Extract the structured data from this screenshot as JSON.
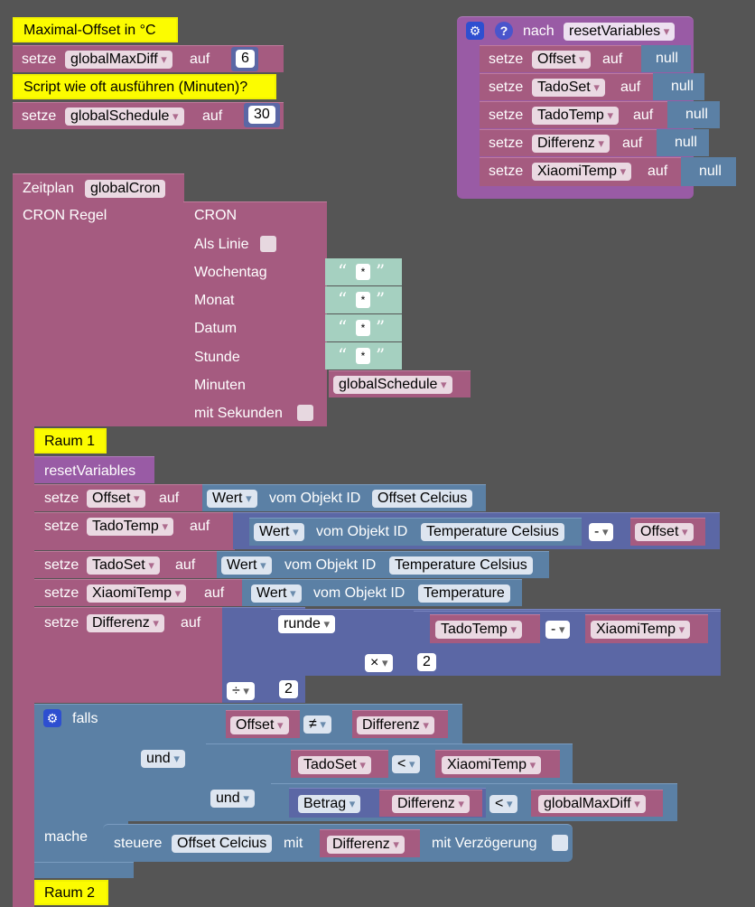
{
  "comments": {
    "max_offset": "Maximal-Offset in °C",
    "script_interval": "Script wie oft ausführen (Minuten)?",
    "room1": "Raum 1",
    "room2": "Raum 2"
  },
  "keywords": {
    "setze": "setze",
    "auf": "auf",
    "null": "null",
    "nach": "nach",
    "zeitplan": "Zeitplan",
    "cron_regel": "CRON Regel",
    "cron": "CRON",
    "als_linie": "Als Linie",
    "wochentag": "Wochentag",
    "monat": "Monat",
    "datum": "Datum",
    "stunde": "Stunde",
    "minuten": "Minuten",
    "mit_sekunden": "mit Sekunden",
    "wert": "Wert",
    "vom_objekt_id": "vom Objekt ID",
    "runde": "runde",
    "falls": "falls",
    "und": "und",
    "mache": "mache",
    "steuere": "steuere",
    "mit": "mit",
    "mit_verzoegerung": "mit Verzögerung",
    "betrag": "Betrag",
    "quote_open": "“",
    "quote_close": "”",
    "star": "*"
  },
  "ops": {
    "minus": "-",
    "times": "×",
    "divide": "÷",
    "neq": "≠",
    "lt": "<"
  },
  "vars": {
    "globalMaxDiff": "globalMaxDiff",
    "globalSchedule": "globalSchedule",
    "globalCron": "globalCron",
    "offset": "Offset",
    "tadoSet": "TadoSet",
    "tadoTemp": "TadoTemp",
    "differenz": "Differenz",
    "xiaomiTemp": "XiaomiTemp"
  },
  "values": {
    "max_diff": "6",
    "schedule": "30",
    "two": "2"
  },
  "procedure": {
    "name": "resetVariables"
  },
  "objects": {
    "offset_celcius": "Offset Celcius",
    "temperature_celsius": "Temperature Celsius",
    "temperature": "Temperature"
  },
  "icons": [
    "gear-icon",
    "question-icon"
  ]
}
